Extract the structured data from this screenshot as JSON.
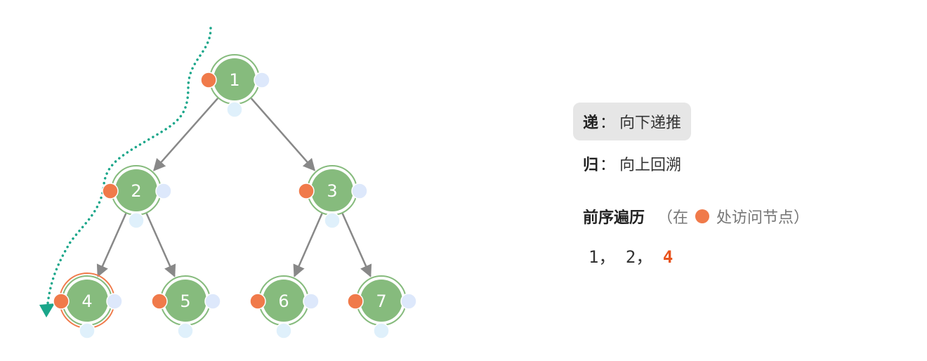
{
  "tree": {
    "nodes": [
      {
        "label": "1",
        "active": false
      },
      {
        "label": "2",
        "active": false
      },
      {
        "label": "3",
        "active": false
      },
      {
        "label": "4",
        "active": true
      },
      {
        "label": "5",
        "active": false
      },
      {
        "label": "6",
        "active": false
      },
      {
        "label": "7",
        "active": false
      }
    ],
    "edges": [
      [
        0,
        1
      ],
      [
        0,
        2
      ],
      [
        1,
        3
      ],
      [
        1,
        4
      ],
      [
        2,
        5
      ],
      [
        2,
        6
      ]
    ]
  },
  "colors": {
    "node_fill": "#86bb7d",
    "node_ring": "#86bb7d",
    "active_ring": "#f07a4a",
    "pre_dot": "#f07a4a",
    "in_dot": "#dde8fb",
    "post_dot": "#dff0fb",
    "edge": "#888888",
    "path": "#1aa68a",
    "highlight": "#e8541e"
  },
  "legend": {
    "recurse_key": "递",
    "recurse_sep": "：",
    "recurse_text": "向下递推",
    "return_key": "归",
    "return_sep": "：",
    "return_text": "向上回溯"
  },
  "traversal": {
    "title": "前序遍历",
    "hint_prefix": "（在",
    "hint_suffix": "处访问节点）",
    "sequence": [
      "1",
      "2",
      "4"
    ],
    "separator": "，"
  }
}
